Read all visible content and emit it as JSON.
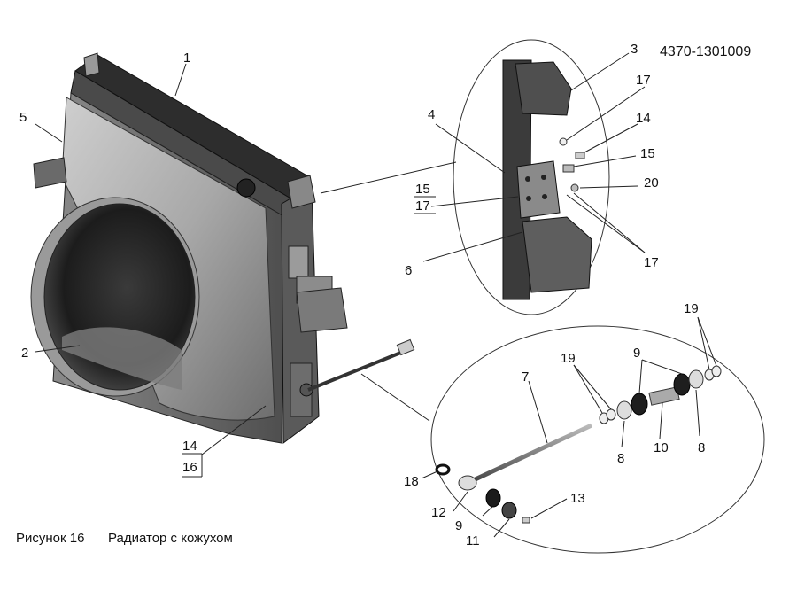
{
  "document_number": "4370-1301009",
  "caption": {
    "figure": "Рисунок 16",
    "title": "Радиатор с кожухом"
  },
  "callouts": [
    {
      "id": "c1",
      "text": "1"
    },
    {
      "id": "c2",
      "text": "2"
    },
    {
      "id": "c3",
      "text": "3"
    },
    {
      "id": "c4",
      "text": "4"
    },
    {
      "id": "c5",
      "text": "5"
    },
    {
      "id": "c6",
      "text": "6"
    },
    {
      "id": "c7",
      "text": "7"
    },
    {
      "id": "c8a",
      "text": "8"
    },
    {
      "id": "c8b",
      "text": "8"
    },
    {
      "id": "c9a",
      "text": "9"
    },
    {
      "id": "c9b",
      "text": "9"
    },
    {
      "id": "c10",
      "text": "10"
    },
    {
      "id": "c11",
      "text": "11"
    },
    {
      "id": "c12",
      "text": "12"
    },
    {
      "id": "c13",
      "text": "13"
    },
    {
      "id": "c14a",
      "text": "14"
    },
    {
      "id": "c14b",
      "text": "14"
    },
    {
      "id": "c15a",
      "text": "15"
    },
    {
      "id": "c15b",
      "text": "15"
    },
    {
      "id": "c16",
      "text": "16"
    },
    {
      "id": "c17a",
      "text": "17"
    },
    {
      "id": "c17b",
      "text": "17"
    },
    {
      "id": "c17c",
      "text": "17"
    },
    {
      "id": "c18",
      "text": "18"
    },
    {
      "id": "c19a",
      "text": "19"
    },
    {
      "id": "c19b",
      "text": "19"
    },
    {
      "id": "c20",
      "text": "20"
    }
  ]
}
